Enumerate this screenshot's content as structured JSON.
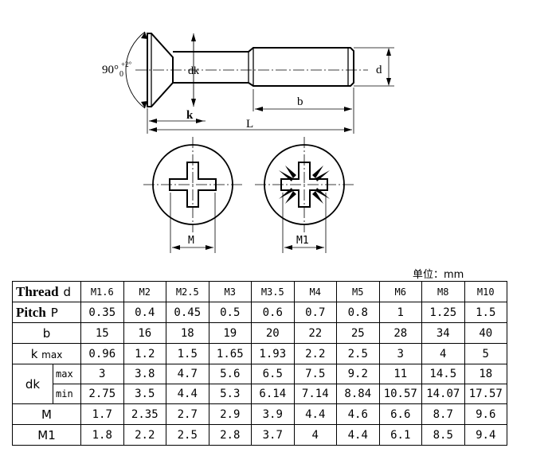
{
  "drawing": {
    "labels": {
      "angle": "90°",
      "angle_tol_upper": "+2°",
      "angle_tol_lower": "0",
      "dk": "dk",
      "d": "d",
      "b": "b",
      "k": "k",
      "L": "L",
      "M": "M",
      "M1": "M1"
    }
  },
  "unit_label": "单位：mm",
  "table": {
    "headers": {
      "thread": "Thread",
      "thread_symbol": "d",
      "pitch": "Pitch",
      "pitch_symbol": "P",
      "b": "b",
      "kmax_k": "k",
      "kmax_max": "max",
      "dk": "dk",
      "dk_max": "max",
      "dk_min": "min",
      "M": "M",
      "M1": "M1"
    },
    "thread": [
      "M1.6",
      "M2",
      "M2.5",
      "M3",
      "M3.5",
      "M4",
      "M5",
      "M6",
      "M8",
      "M10"
    ],
    "pitch": [
      "0.35",
      "0.4",
      "0.45",
      "0.5",
      "0.6",
      "0.7",
      "0.8",
      "1",
      "1.25",
      "1.5"
    ],
    "b": [
      "15",
      "16",
      "18",
      "19",
      "20",
      "22",
      "25",
      "28",
      "34",
      "40"
    ],
    "k_max": [
      "0.96",
      "1.2",
      "1.5",
      "1.65",
      "1.93",
      "2.2",
      "2.5",
      "3",
      "4",
      "5"
    ],
    "dk_max": [
      "3",
      "3.8",
      "4.7",
      "5.6",
      "6.5",
      "7.5",
      "9.2",
      "11",
      "14.5",
      "18"
    ],
    "dk_min": [
      "2.75",
      "3.5",
      "4.4",
      "5.3",
      "6.14",
      "7.14",
      "8.84",
      "10.57",
      "14.07",
      "17.57"
    ],
    "M": [
      "1.7",
      "2.35",
      "2.7",
      "2.9",
      "3.9",
      "4.4",
      "4.6",
      "6.6",
      "8.7",
      "9.6"
    ],
    "M1": [
      "1.8",
      "2.2",
      "2.5",
      "2.8",
      "3.7",
      "4",
      "4.4",
      "6.1",
      "8.5",
      "9.4"
    ]
  }
}
